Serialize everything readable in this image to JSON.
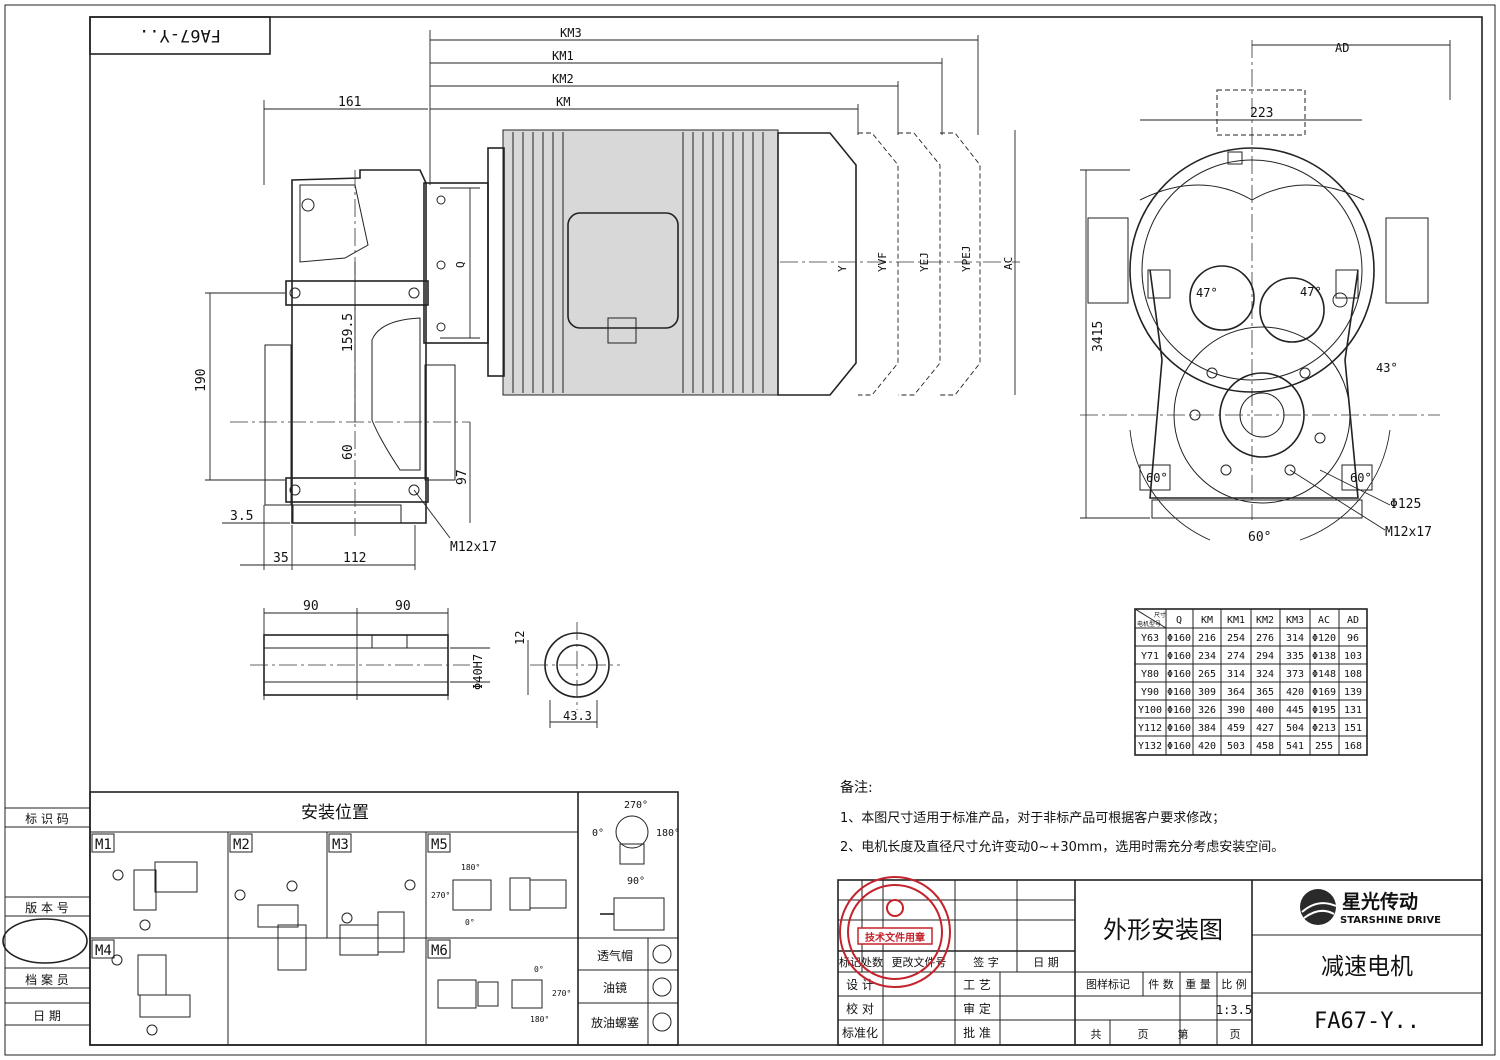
{
  "drawing": {
    "code_box": "FA67-Y..",
    "front_view": {
      "dims": {
        "km3": "KM3",
        "km1": "KM1",
        "km2": "KM2",
        "km": "KM",
        "d161": "161",
        "d1595": "159.5",
        "d190": "190",
        "d60": "60",
        "d97": "97",
        "d35_small": "3.5",
        "d35": "35",
        "d112": "112",
        "q": "Q",
        "thread": "M12x17"
      },
      "motor_labels": {
        "y": "Y",
        "yvf": "YVF",
        "yej": "YEJ",
        "ypej": "YPEJ",
        "ac": "AC"
      }
    },
    "side_view": {
      "dims": {
        "ad": "AD",
        "d223": "223",
        "d3415": "3415",
        "a47a": "47°",
        "a47b": "47°",
        "a43": "43°",
        "a60l": "60°",
        "a60r": "60°",
        "a60b": "60°",
        "phi125": "Φ125",
        "thread": "M12x17"
      }
    },
    "shaft_view": {
      "dims": {
        "d90a": "90",
        "d90b": "90",
        "phi40": "Φ40H7",
        "d12": "12",
        "d433": "43.3"
      }
    }
  },
  "table": {
    "corner_top": "尺寸",
    "corner_bottom": "电机型号",
    "headers": [
      "Q",
      "KM",
      "KM1",
      "KM2",
      "KM3",
      "AC",
      "AD"
    ],
    "rows": [
      {
        "model": "Y63",
        "values": [
          "Φ160",
          "216",
          "254",
          "276",
          "314",
          "Φ120",
          "96"
        ]
      },
      {
        "model": "Y71",
        "values": [
          "Φ160",
          "234",
          "274",
          "294",
          "335",
          "Φ138",
          "103"
        ]
      },
      {
        "model": "Y80",
        "values": [
          "Φ160",
          "265",
          "314",
          "324",
          "373",
          "Φ148",
          "108"
        ]
      },
      {
        "model": "Y90",
        "values": [
          "Φ160",
          "309",
          "364",
          "365",
          "420",
          "Φ169",
          "139"
        ]
      },
      {
        "model": "Y100",
        "values": [
          "Φ160",
          "326",
          "390",
          "400",
          "445",
          "Φ195",
          "131"
        ]
      },
      {
        "model": "Y112",
        "values": [
          "Φ160",
          "384",
          "459",
          "427",
          "504",
          "Φ213",
          "151"
        ]
      },
      {
        "model": "Y132",
        "values": [
          "Φ160",
          "420",
          "503",
          "458",
          "541",
          "255",
          "168"
        ]
      }
    ]
  },
  "notes": {
    "title": "备注:",
    "items": [
      "1、本图尺寸适用于标准产品，对于非标产品可根据客户要求修改；",
      "2、电机长度及直径尺寸允许变动0~+30mm，选用时需充分考虑安装空间。"
    ]
  },
  "left_labels": [
    "标 识 码",
    "版 本 号",
    "档 案 员",
    "日    期"
  ],
  "install": {
    "title": "安装位置",
    "cells": [
      "M1",
      "M2",
      "M3",
      "M5",
      "M4",
      "M6"
    ],
    "orientation": {
      "a270": "270°",
      "a0": "0°",
      "a180": "180°",
      "a90": "90°"
    },
    "m5_angles": {
      "a180": "180°",
      "a270": "270°",
      "a0": "0°"
    },
    "m6_angles": {
      "a0": "0°",
      "a270": "270°",
      "a180": "180°"
    },
    "legend": [
      "透气帽",
      "油镜",
      "放油螺塞"
    ]
  },
  "title_block": {
    "headers": [
      "标记",
      "处数",
      "更改文件号",
      "签 字",
      "日 期"
    ],
    "roles": [
      "设 计",
      "校 对",
      "标准化"
    ],
    "roles2": [
      "工 艺",
      "审 定",
      "批 准"
    ],
    "drawing_name": "外形安装图",
    "brand_cn": "星光传动",
    "brand_en": "STARSHINE DRIVE",
    "product": "减速电机",
    "model": "FA67-Y..",
    "meta_headers": [
      "图样标记",
      "件 数",
      "重 量",
      "比 例"
    ],
    "scale": "1:3.5",
    "pages": [
      "共",
      "页",
      "第",
      "页"
    ],
    "stamp_text": "技术文件用章"
  },
  "colors": {
    "stamp": "#c4232b",
    "line": "#222222"
  }
}
